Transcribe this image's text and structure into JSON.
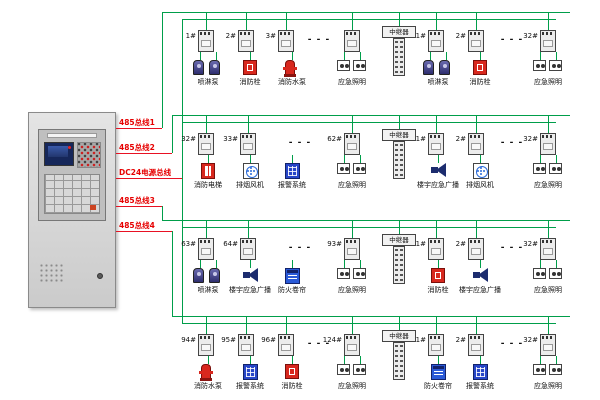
{
  "colors": {
    "wire": "#009e4a",
    "bus": "#e81123",
    "bus_label": "#e60000"
  },
  "bus_labels": [
    "485总线1",
    "485总线2",
    "DC24电源总线",
    "485总线3",
    "485总线4"
  ],
  "dots": "- - -",
  "repeater_label": "中继器",
  "rows": [
    {
      "left": {
        "modules": [
          "1#",
          "2#",
          "3#",
          ""
        ],
        "dots_after": 3,
        "devices": [
          {
            "type": "pump",
            "count": 2,
            "label": "喷淋泵"
          },
          {
            "type": "hydrant-box",
            "count": 1,
            "label": "消防栓"
          },
          {
            "type": "fire-pump",
            "count": 1,
            "label": "消防水泵"
          },
          {
            "type": "light",
            "count": 2,
            "label": "应急照明"
          }
        ]
      },
      "right": {
        "modules": [
          "1#",
          "2#",
          "32#"
        ],
        "dots_after": 2,
        "devices": [
          {
            "type": "pump",
            "count": 2,
            "label": "喷淋泵"
          },
          {
            "type": "hydrant-box",
            "count": 1,
            "label": "消防栓"
          },
          {
            "type": "light",
            "count": 2,
            "label": "应急照明"
          }
        ]
      }
    },
    {
      "left": {
        "modules": [
          "32#",
          "33#",
          "62#"
        ],
        "dots_after": 2,
        "devices": [
          {
            "type": "elevator",
            "count": 1,
            "label": "消防电梯"
          },
          {
            "type": "fan",
            "count": 1,
            "label": "排烟风机"
          },
          {
            "type": "alarm",
            "count": 1,
            "label": "报警系统"
          },
          {
            "type": "light",
            "count": 2,
            "label": "应急照明"
          }
        ]
      },
      "right": {
        "modules": [
          "1#",
          "2#",
          "32#"
        ],
        "dots_after": 2,
        "devices": [
          {
            "type": "speaker",
            "count": 1,
            "label": "楼宇应急广播"
          },
          {
            "type": "fan",
            "count": 1,
            "label": "排烟风机"
          },
          {
            "type": "light",
            "count": 2,
            "label": "应急照明"
          }
        ]
      }
    },
    {
      "left": {
        "modules": [
          "63#",
          "64#",
          "93#"
        ],
        "dots_after": 2,
        "devices": [
          {
            "type": "pump",
            "count": 2,
            "label": "喷淋泵"
          },
          {
            "type": "speaker",
            "count": 1,
            "label": "楼宇应急广播"
          },
          {
            "type": "shutter",
            "count": 1,
            "label": "防火卷帘"
          },
          {
            "type": "light",
            "count": 2,
            "label": "应急照明"
          }
        ]
      },
      "right": {
        "modules": [
          "1#",
          "2#",
          "32#"
        ],
        "dots_after": 2,
        "devices": [
          {
            "type": "hydrant-box",
            "count": 1,
            "label": "消防栓"
          },
          {
            "type": "speaker",
            "count": 1,
            "label": "楼宇应急广播"
          },
          {
            "type": "light",
            "count": 2,
            "label": "应急照明"
          }
        ]
      }
    },
    {
      "left": {
        "modules": [
          "94#",
          "95#",
          "96#",
          "124#"
        ],
        "dots_after": 3,
        "devices": [
          {
            "type": "fire-pump",
            "count": 1,
            "label": "消防水泵"
          },
          {
            "type": "alarm",
            "count": 1,
            "label": "报警系统"
          },
          {
            "type": "hydrant-box",
            "count": 1,
            "label": "消防栓"
          },
          {
            "type": "light",
            "count": 2,
            "label": "应急照明"
          }
        ]
      },
      "right": {
        "modules": [
          "1#",
          "2#",
          "32#"
        ],
        "dots_after": 2,
        "devices": [
          {
            "type": "shutter",
            "count": 1,
            "label": "防火卷帘"
          },
          {
            "type": "alarm",
            "count": 1,
            "label": "报警系统"
          },
          {
            "type": "light",
            "count": 2,
            "label": "应急照明"
          }
        ]
      }
    }
  ]
}
